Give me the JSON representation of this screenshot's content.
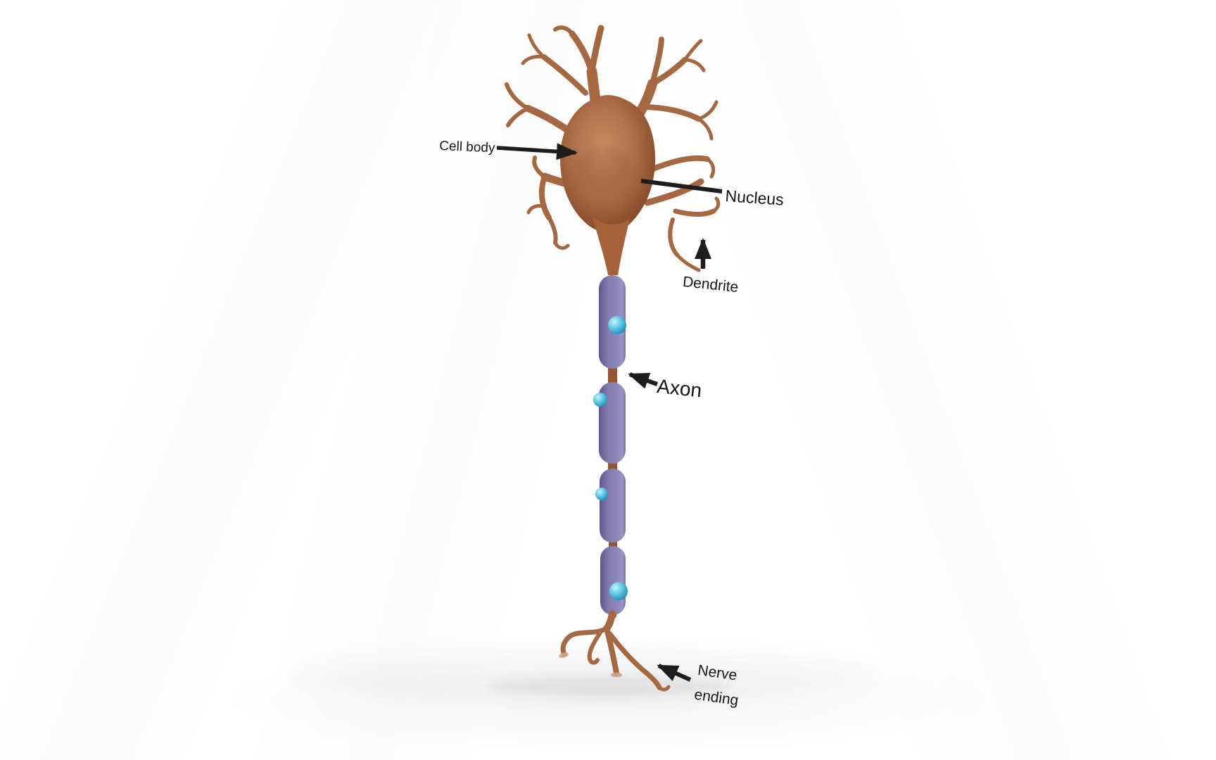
{
  "diagram": {
    "subject": "Neuron anatomy illustration",
    "myelin_segment_count": 4,
    "schwann_vesicle_count": 4
  },
  "labels": {
    "cell_body": "Cell body",
    "nucleus": "Nucleus",
    "dendrite": "Dendrite",
    "axon": "Axon",
    "nerve_ending": "Nerve\nending"
  },
  "colors": {
    "annotation_text": "#161616",
    "arrow": "#1d1d1d",
    "background": "#ffffff",
    "soma_light": "#c98e60",
    "soma_mid": "#b0714a",
    "soma_dark": "#8a4e2c",
    "dendrite_stroke": "#a66840",
    "myelin_dark": "#5f5890",
    "myelin_mid": "#837cae",
    "myelin_light": "#9b94c6",
    "node_connector": "#96552f",
    "vesicle_core": "#c8f4f8",
    "vesicle_mid": "#3aa8cd",
    "vesicle_edge": "#2b86ab"
  }
}
